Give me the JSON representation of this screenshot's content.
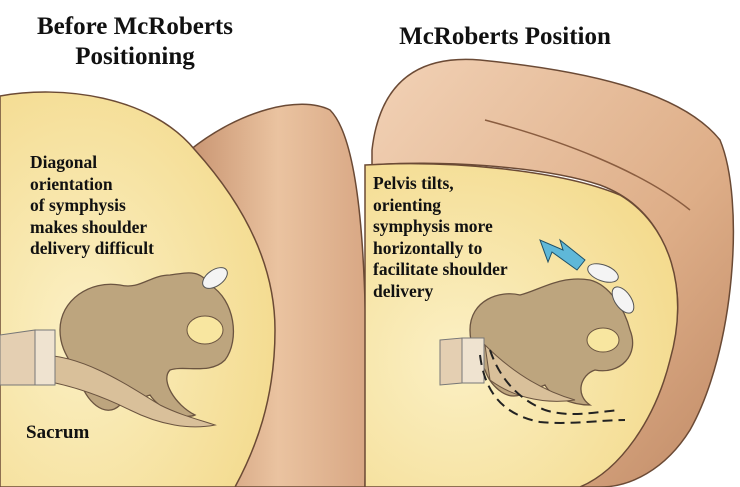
{
  "left_panel": {
    "title_lines": [
      "Before McRoberts",
      "Positioning"
    ],
    "annotation_lines": [
      "Diagonal",
      "orientation",
      "of symphysis",
      "makes shoulder",
      "delivery difficult"
    ],
    "sacrum_label": "Sacrum"
  },
  "right_panel": {
    "title": "McRoberts Position",
    "annotation_lines": [
      "Pelvis tilts,",
      "orienting",
      "symphysis more",
      "horizontally to",
      "facilitate shoulder",
      "delivery"
    ]
  },
  "colors": {
    "body_yellow": "#f8e6a0",
    "skin": "#e2b48c",
    "bone": "#bda57e",
    "arrow": "#5fb8d8"
  }
}
